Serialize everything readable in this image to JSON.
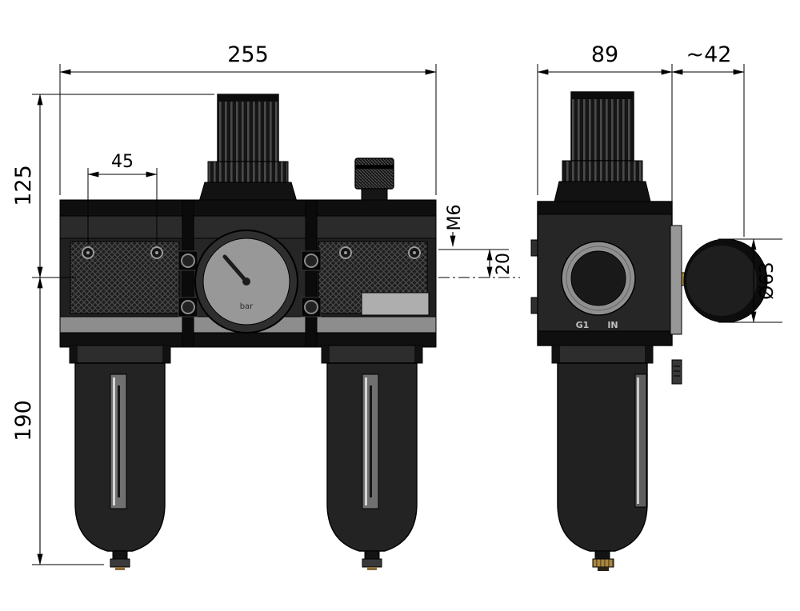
{
  "front_view": {
    "dim_overall_width": "255",
    "dim_mount_hole_spacing": "45",
    "dim_height_above_axis": "125",
    "dim_height_below_axis": "190",
    "dim_thread_label": "M6",
    "dim_thread_offset": "20",
    "gauge_unit_label": "bar"
  },
  "side_view": {
    "dim_body_width": "89",
    "dim_gauge_protrusion": "~42",
    "dim_gauge_diameter": "Ø63",
    "port_label_g1": "G1",
    "port_label_in": "IN"
  },
  "colors": {
    "line": "#000000",
    "body_dark": "#1b1b1b",
    "panel_gray": "#8d8d8d",
    "gauge_face": "#989898",
    "brass": "#a8873f",
    "background": "#ffffff"
  }
}
